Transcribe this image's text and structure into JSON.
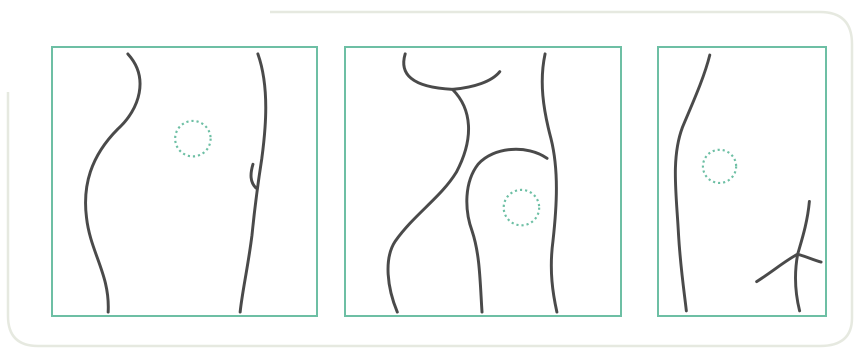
{
  "diagram": {
    "panels": [
      {
        "id": "abdomen",
        "marker": "injection-site-marker"
      },
      {
        "id": "buttock",
        "marker": "injection-site-marker"
      },
      {
        "id": "upper-arm",
        "marker": "injection-site-marker"
      }
    ],
    "colors": {
      "frame": "#6dbfa4",
      "marker": "#6dbfa4",
      "outline_stroke": "#4a4a4a",
      "background_outline": "#e6e9e0"
    }
  }
}
